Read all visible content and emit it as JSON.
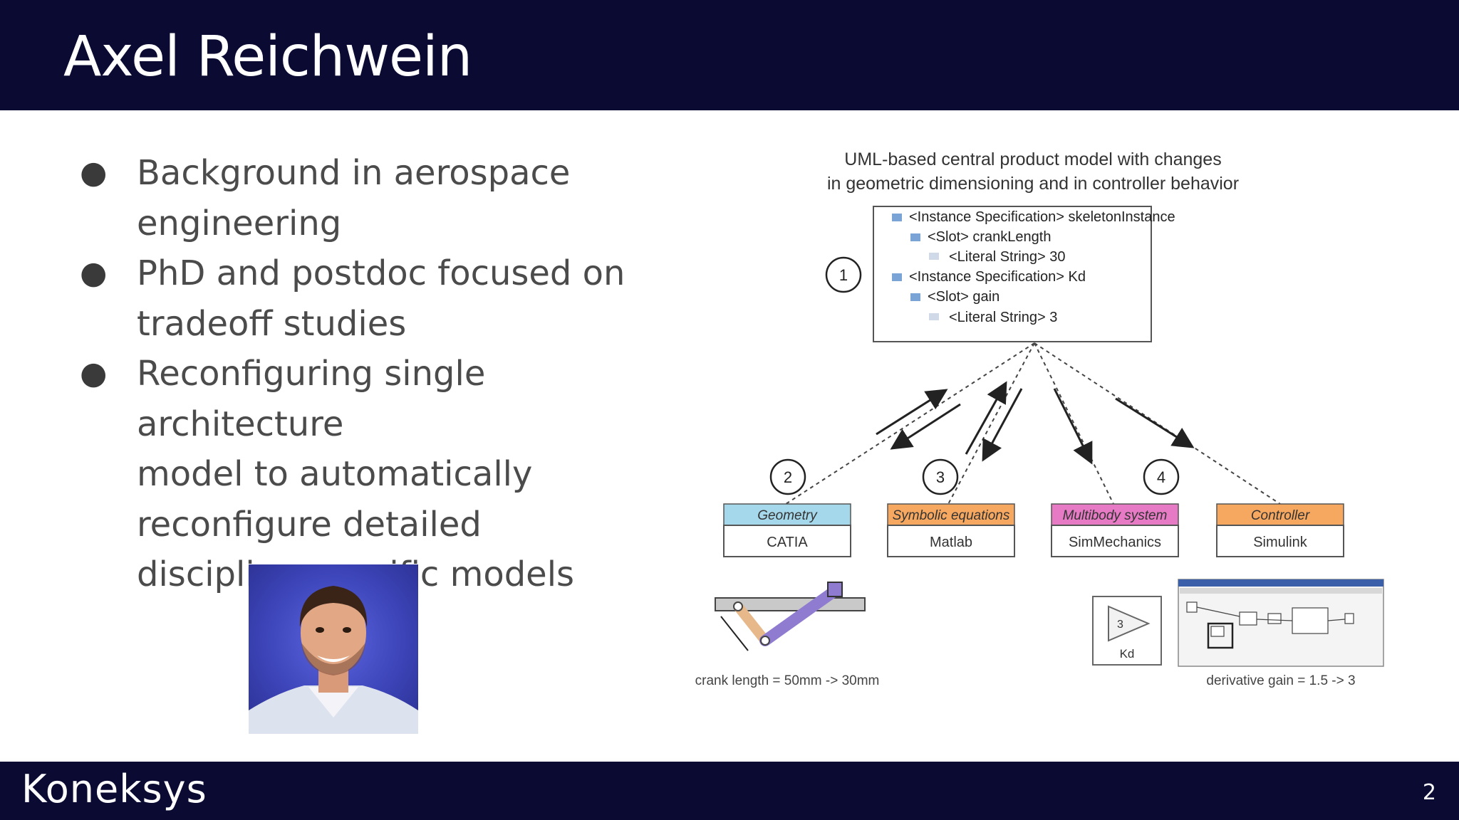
{
  "slide": {
    "title": "Axel Reichwein",
    "page_number": "2",
    "logo": "Koneksys",
    "colors": {
      "bar": "#0a0a33",
      "text": "#4b4b4b"
    }
  },
  "bullets": [
    {
      "icon": "bullet-dot",
      "line1": "Background in aerospace",
      "line2": "engineering"
    },
    {
      "icon": "bullet-dot",
      "line1": "PhD and postdoc focused on",
      "line2": "tradeoff studies"
    },
    {
      "icon": "bullet-dot",
      "line1": "Reconfiguring single architecture",
      "line2": "model to automatically",
      "line3": "reconfigure detailed",
      "line4": "discipline-specific models"
    }
  ],
  "photo": {
    "description_icon": "portrait-photo"
  },
  "diagram": {
    "title_line1": "UML-based central product model with changes",
    "title_line2": "in geometric dimensioning and in controller behavior",
    "tree": [
      "<Instance Specification> skeletonInstance",
      "<Slot> crankLength",
      "<Literal String> 30",
      "<Instance Specification> Kd",
      "<Slot> gain",
      "<Literal String> 3"
    ],
    "markers": [
      "1",
      "2",
      "3",
      "4"
    ],
    "boxes": [
      {
        "header": "Geometry",
        "body": "CATIA",
        "color": "#a6d8ec"
      },
      {
        "header": "Symbolic equations",
        "body": "Matlab",
        "color": "#f7a860"
      },
      {
        "header": "Multibody system",
        "body": "SimMechanics",
        "color": "#e77ac4"
      },
      {
        "header": "Controller",
        "body": "Simulink",
        "color": "#f7a860"
      }
    ],
    "gain_block": {
      "value": "3",
      "label": "Kd"
    },
    "caption_left": "crank length = 50mm -> 30mm",
    "caption_right": "derivative gain = 1.5 -> 3"
  }
}
